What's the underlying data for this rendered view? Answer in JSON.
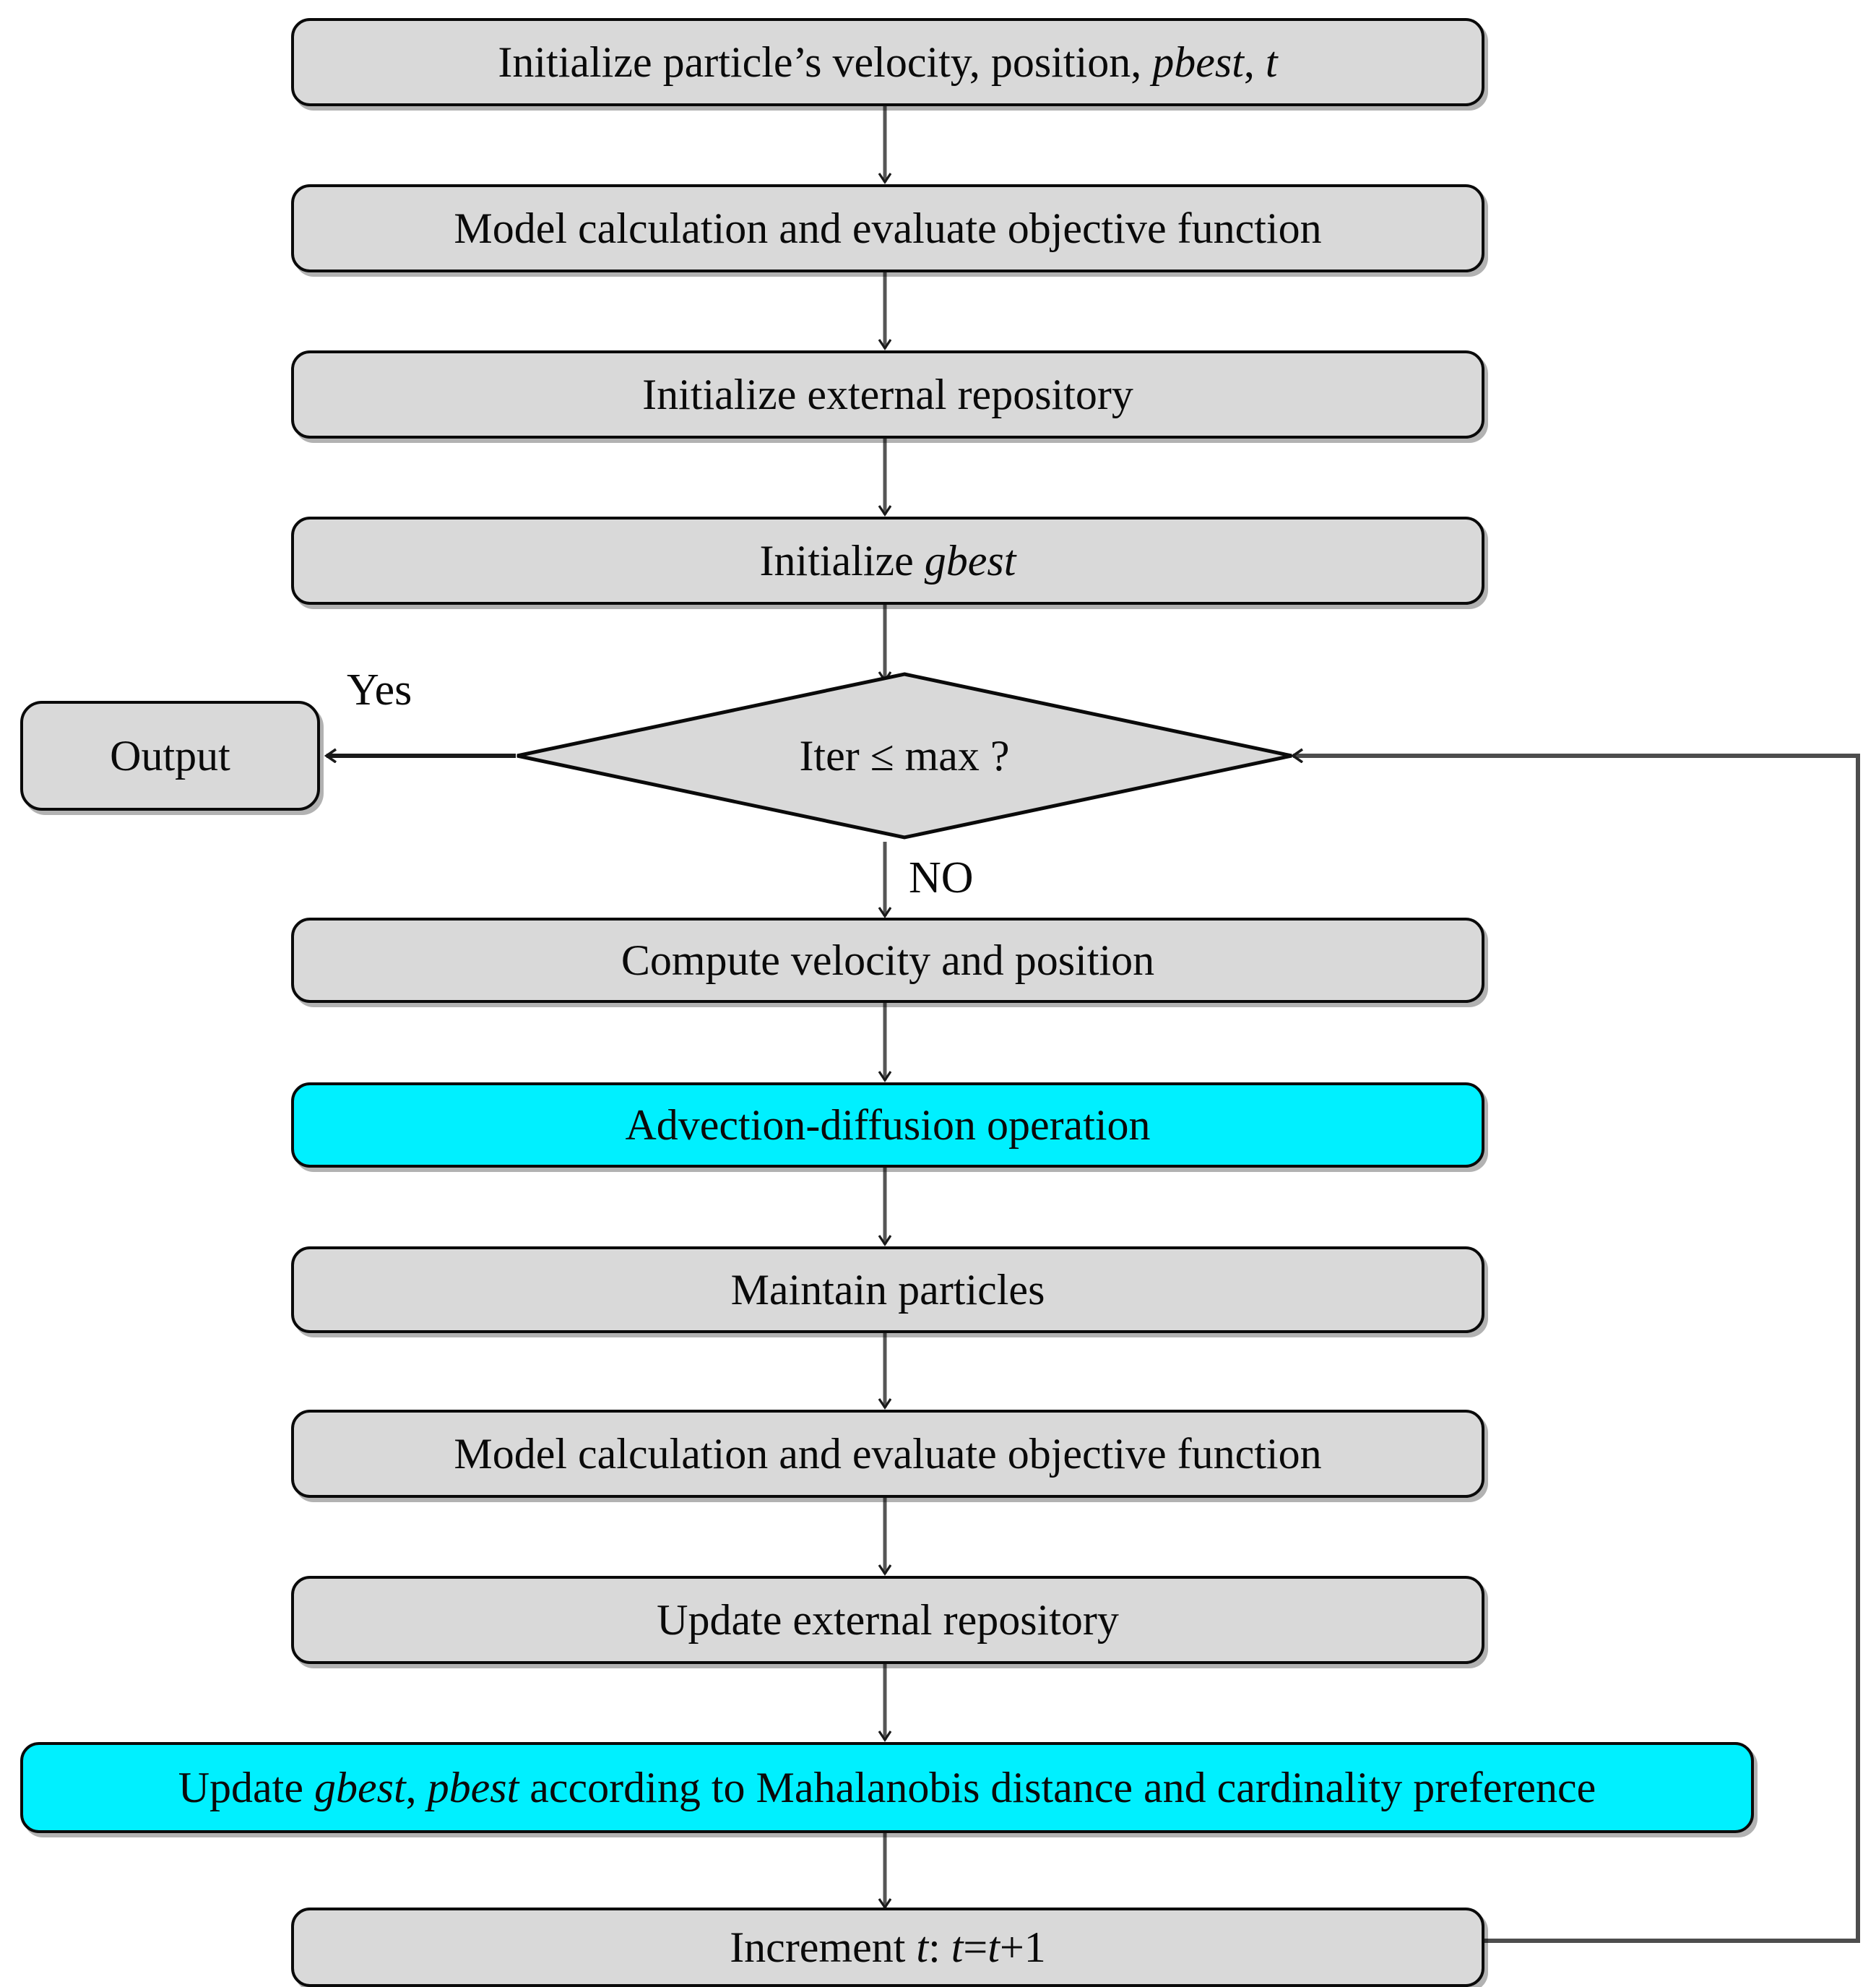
{
  "diagram": {
    "title": "MOPSO advection-diffusion flowchart",
    "colors": {
      "process_fill": "#d9d9d9",
      "highlight_fill": "#00f0ff",
      "stroke": "#0a0a0a",
      "background": "#ffffff"
    },
    "nodes": [
      {
        "id": "init_particle",
        "type": "process",
        "highlight": false,
        "text": "Initialize particle’s velocity, position, ",
        "italic_1": "pbest",
        "sep_1": ", ",
        "italic_2": "t",
        "tail": ""
      },
      {
        "id": "model_calc_1",
        "type": "process",
        "highlight": false,
        "text": "Model calculation and evaluate objective function"
      },
      {
        "id": "init_repo",
        "type": "process",
        "highlight": false,
        "text": "Initialize external repository"
      },
      {
        "id": "init_gbest",
        "type": "process",
        "highlight": false,
        "text": "Initialize ",
        "italic_1": "gbest"
      },
      {
        "id": "decision_iter",
        "type": "decision",
        "highlight": false,
        "text": "Iter ≤ max ?"
      },
      {
        "id": "output",
        "type": "terminal",
        "highlight": false,
        "text": "Output"
      },
      {
        "id": "compute_vp",
        "type": "process",
        "highlight": false,
        "text": "Compute velocity and position"
      },
      {
        "id": "advection",
        "type": "process",
        "highlight": true,
        "text": "Advection-diffusion operation"
      },
      {
        "id": "maintain",
        "type": "process",
        "highlight": false,
        "text": "Maintain particles"
      },
      {
        "id": "model_calc_2",
        "type": "process",
        "highlight": false,
        "text": "Model calculation and evaluate objective function"
      },
      {
        "id": "update_repo",
        "type": "process",
        "highlight": false,
        "text": "Update external repository"
      },
      {
        "id": "update_best",
        "type": "process",
        "highlight": true,
        "text": "Update ",
        "italic_1": "gbest",
        "sep_1": ", ",
        "italic_2": "pbest",
        "tail": " according to Mahalanobis distance and cardinality preference"
      },
      {
        "id": "increment_t",
        "type": "process",
        "highlight": false,
        "text": "Increment ",
        "italic_1": "t",
        "sep_1": ": ",
        "italic_2": "t",
        "tail": "=",
        "italic_3": "t",
        "tail2": "+1"
      }
    ],
    "edge_labels": {
      "yes": "Yes",
      "no": "NO"
    },
    "texts": {
      "init_particle": "Initialize particle’s velocity, position, pbest, t",
      "model_calc_1": "Model calculation and evaluate objective function",
      "init_repo": "Initialize external repository",
      "init_gbest": "Initialize gbest",
      "decision_iter": "Iter ≤ max ?",
      "output": "Output",
      "compute_vp": "Compute velocity and position",
      "advection": "Advection-diffusion operation",
      "maintain": "Maintain particles",
      "model_calc_2": "Model calculation and evaluate objective function",
      "update_repo": "Update external repository",
      "update_best": "Update gbest, pbest according to Mahalanobis distance and cardinality preference",
      "increment_t": "Increment t: t=t+1"
    }
  }
}
